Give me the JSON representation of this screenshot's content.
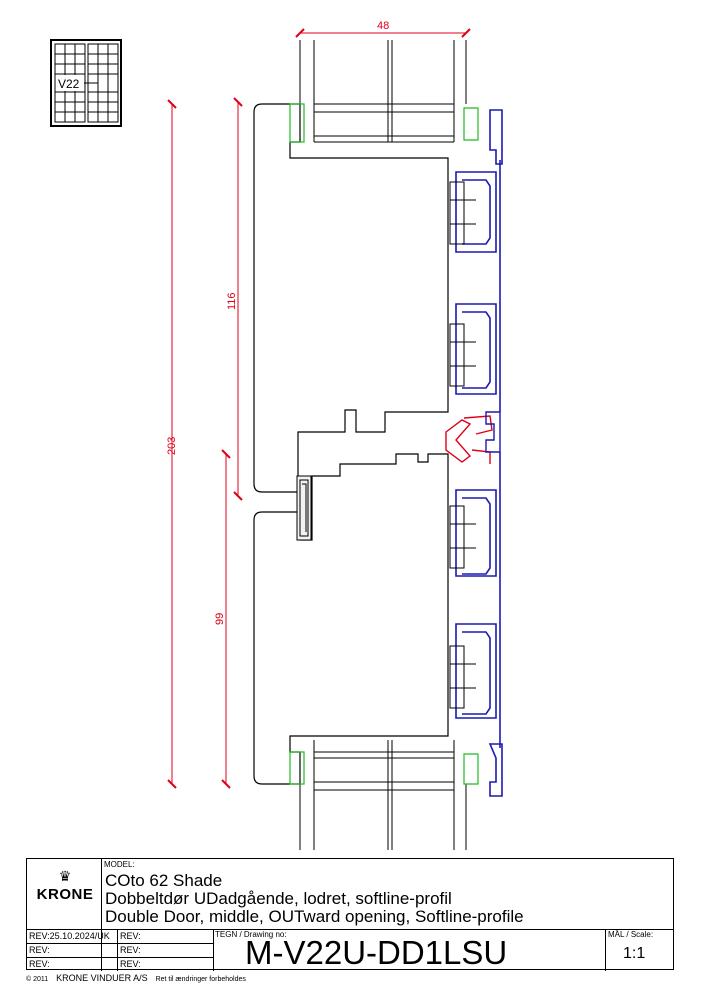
{
  "dimensions": {
    "top_width": "48",
    "total_height": "203",
    "upper_leaf": "116",
    "lower_leaf": "99"
  },
  "legend": {
    "label": "V22"
  },
  "title_block": {
    "model_label": "MODEL:",
    "model_name": "COto 62 Shade",
    "description_da": "Dobbeltdør UDadgående, lodret, softline-profil",
    "description_en": "Double Door, middle, OUTward opening, Softline-profile",
    "brand": "KRONE",
    "rev_rows": [
      "REV:25.10.2024/UK",
      "REV:",
      "REV:"
    ],
    "rev_rows_2": [
      "REV:",
      "REV:",
      "REV:"
    ],
    "drawing_no_label": "TEGN / Drawing no:",
    "drawing_no": "M-V22U-DD1LSU",
    "scale_label": "MÅL / Scale:",
    "scale": "1:1"
  },
  "footer": {
    "copyright": "© 2011",
    "company": "KRONE VINDUER A/S",
    "note": "Ret til ændringer forbeholdes"
  },
  "colors": {
    "dimension": "#e0001a",
    "gasket_blue": "#1a1ab4",
    "seal_green": "#22bb22",
    "profile": "#000000"
  }
}
